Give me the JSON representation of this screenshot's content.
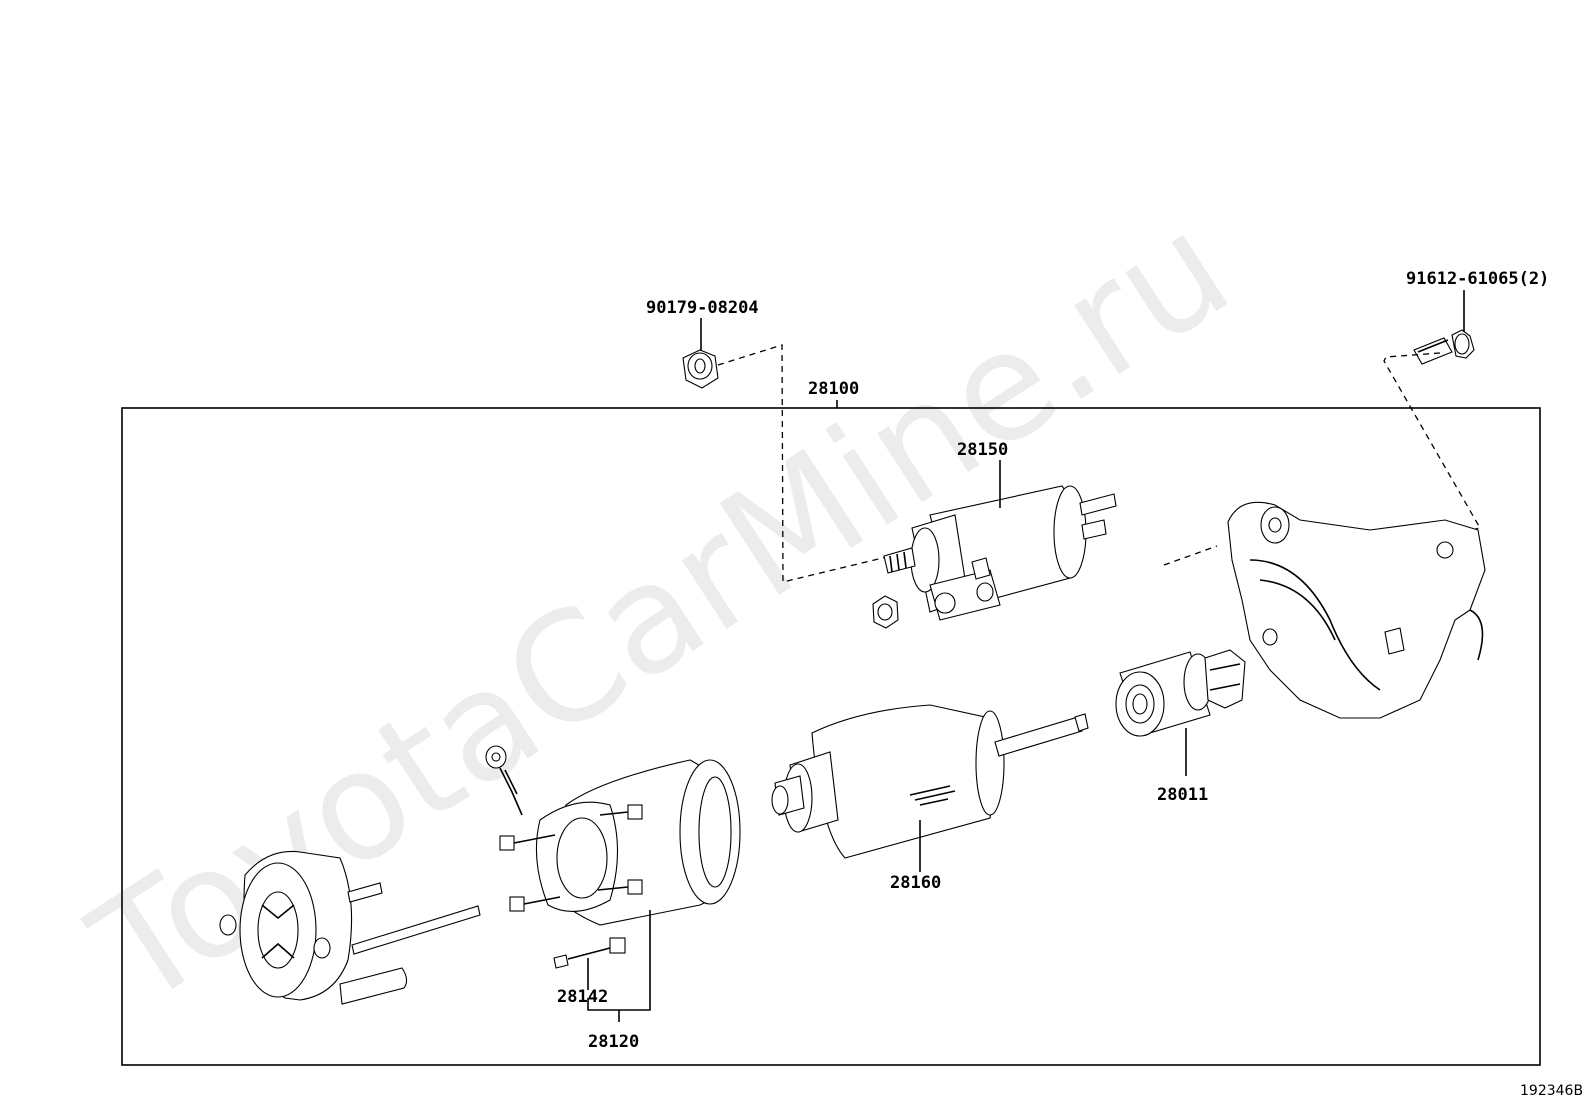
{
  "watermark": "ToyotaCarMine.ru",
  "reference_id": "192346B",
  "parts": {
    "assembly": "28100",
    "solenoid": "28150",
    "drive_clutch": "28011",
    "armature": "28160",
    "brush": "28142",
    "yoke": "28120",
    "nut": "90179-08204",
    "bolt": "91612-61065(2)"
  }
}
